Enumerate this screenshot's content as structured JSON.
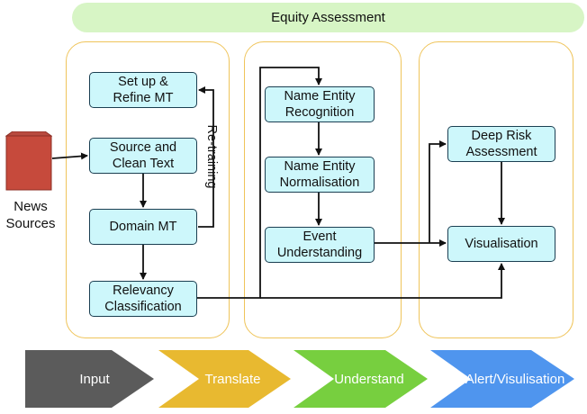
{
  "banner": {
    "title": "Equity Assessment"
  },
  "source": {
    "label": "News\nSources"
  },
  "input_stage": {
    "nodes": [
      {
        "id": "setup",
        "label": "Set up &\nRefine MT"
      },
      {
        "id": "source_clean",
        "label": "Source and\nClean Text"
      },
      {
        "id": "domain_mt",
        "label": "Domain MT"
      },
      {
        "id": "relevancy",
        "label": "Relevancy\nClassification"
      }
    ],
    "retraining_label": "Re-training"
  },
  "understand_stage": {
    "nodes": [
      {
        "id": "ner",
        "label": "Name Entity\nRecognition"
      },
      {
        "id": "nen",
        "label": "Name Entity\nNormalisation"
      },
      {
        "id": "event",
        "label": "Event\nUnderstanding"
      }
    ]
  },
  "alert_stage": {
    "nodes": [
      {
        "id": "risk",
        "label": "Deep Risk\nAssessment"
      },
      {
        "id": "vis",
        "label": "Visualisation"
      }
    ]
  },
  "pipeline": [
    {
      "label": "Input",
      "color": "#5b5b5b"
    },
    {
      "label": "Translate",
      "color": "#e8b930"
    },
    {
      "label": "Understand",
      "color": "#77cf3f"
    },
    {
      "label": "Alert/Visulisation",
      "color": "#4f95ee"
    }
  ],
  "colors": {
    "node_fill": "#cdf7fb",
    "stage_border": "#efc45a",
    "banner_fill": "#d7f5c5",
    "news_icon": "#c64a3c"
  }
}
